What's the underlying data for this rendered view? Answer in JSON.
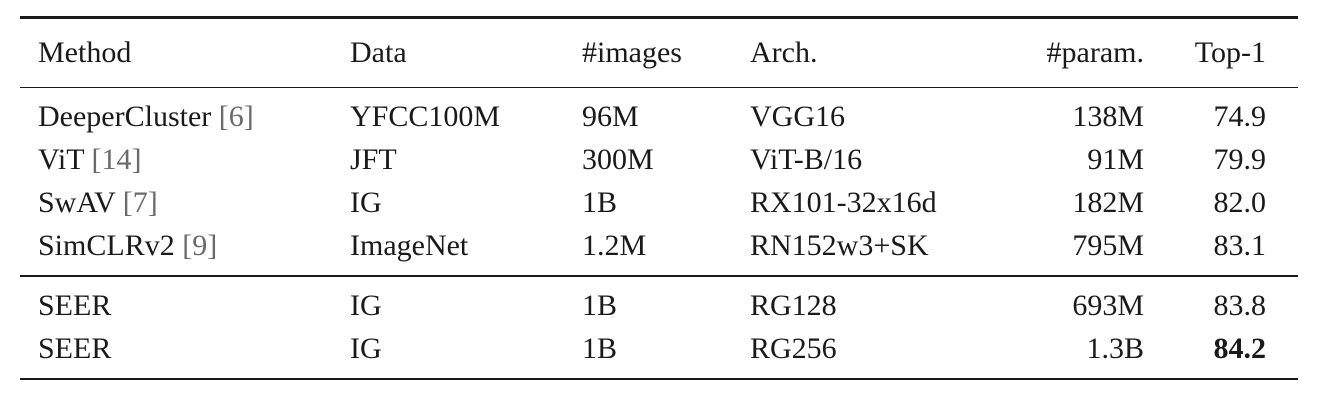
{
  "table": {
    "headers": {
      "method": "Method",
      "data": "Data",
      "images": "#images",
      "arch": "Arch.",
      "param": "#param.",
      "top1": "Top-1"
    },
    "group1": [
      {
        "method": "DeeperCluster",
        "ref": "[6]",
        "data": "YFCC100M",
        "images": "96M",
        "arch": "VGG16",
        "param": "138M",
        "top1": "74.9"
      },
      {
        "method": "ViT",
        "ref": "[14]",
        "data": "JFT",
        "images": "300M",
        "arch": "ViT-B/16",
        "param": "91M",
        "top1": "79.9"
      },
      {
        "method": "SwAV",
        "ref": "[7]",
        "data": "IG",
        "images": "1B",
        "arch": "RX101-32x16d",
        "param": "182M",
        "top1": "82.0"
      },
      {
        "method": "SimCLRv2",
        "ref": "[9]",
        "data": "ImageNet",
        "images": "1.2M",
        "arch": "RN152w3+SK",
        "param": "795M",
        "top1": "83.1"
      }
    ],
    "group2": [
      {
        "method": "SEER",
        "data": "IG",
        "images": "1B",
        "arch": "RG128",
        "param": "693M",
        "top1": "83.8"
      },
      {
        "method": "SEER",
        "data": "IG",
        "images": "1B",
        "arch": "RG256",
        "param": "1.3B",
        "top1": "84.2"
      }
    ]
  }
}
